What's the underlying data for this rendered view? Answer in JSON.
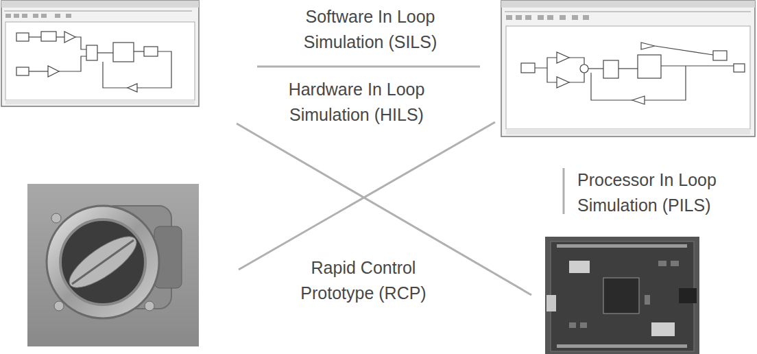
{
  "diagram": {
    "labels": [
      "Software In Loop Simulation (SILS)",
      "Hardware In Loop Simulation (HILS)",
      "Processor In Loop Simulation (PILS)",
      "Rapid Control Prototype (RCP)"
    ]
  }
}
